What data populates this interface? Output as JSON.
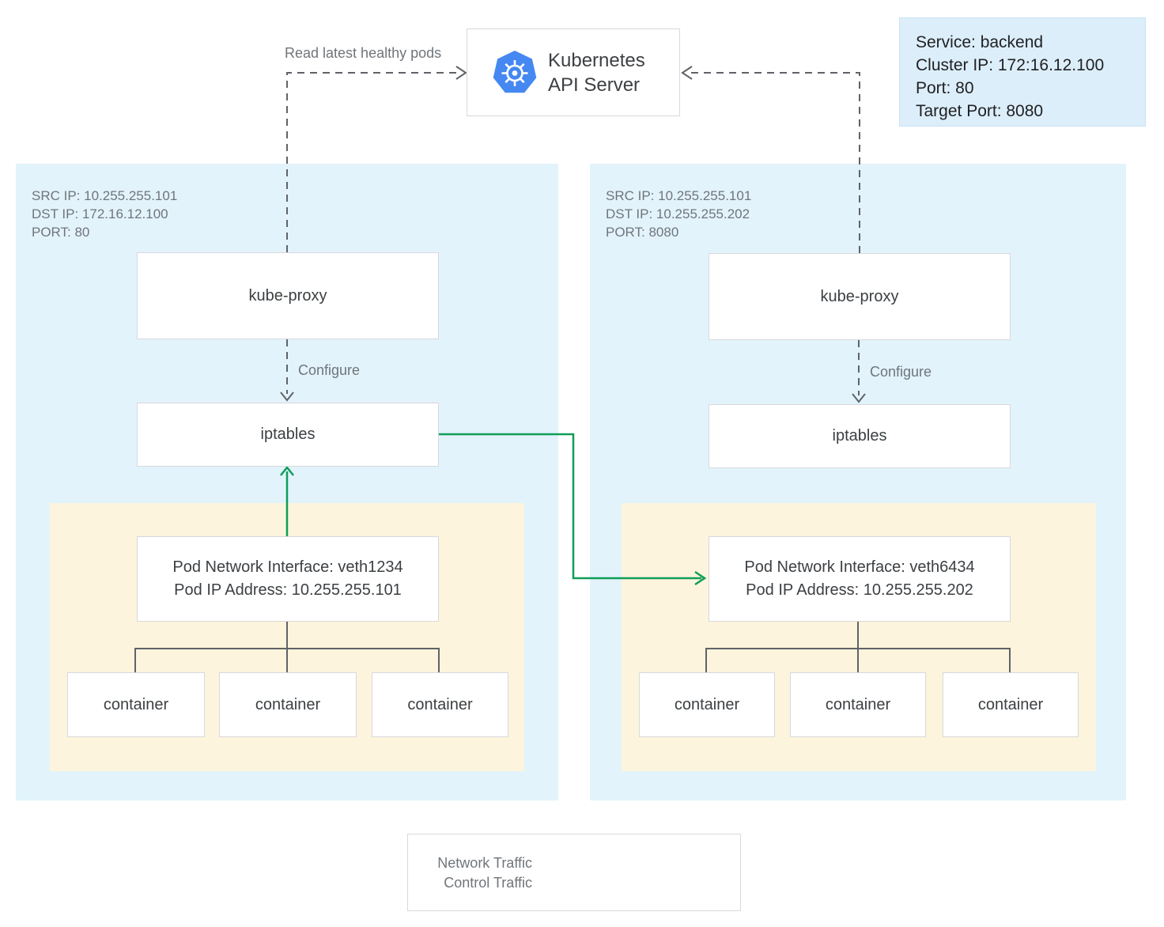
{
  "api_server": {
    "line1": "Kubernetes",
    "line2": "API Server"
  },
  "service_info": {
    "lines": [
      "Service: backend",
      "Cluster IP: 172:16.12.100",
      "Port: 80",
      "Target Port: 8080"
    ]
  },
  "edges": {
    "read_label": "Read latest healthy pods",
    "configure_label": "Configure"
  },
  "nodes": [
    {
      "meta": [
        "SRC IP: 10.255.255.101",
        "DST IP: 172.16.12.100",
        "PORT: 80"
      ],
      "kube_proxy": "kube-proxy",
      "iptables": "iptables",
      "pod": {
        "line1": "Pod Network Interface: veth1234",
        "line2": "Pod IP Address: 10.255.255.101"
      },
      "containers": [
        "container",
        "container",
        "container"
      ]
    },
    {
      "meta": [
        "SRC IP: 10.255.255.101",
        "DST IP: 10.255.255.202",
        "PORT: 8080"
      ],
      "kube_proxy": "kube-proxy",
      "iptables": "iptables",
      "pod": {
        "line1": "Pod Network Interface: veth6434",
        "line2": "Pod IP Address: 10.255.255.202"
      },
      "containers": [
        "container",
        "container",
        "container"
      ]
    }
  ],
  "legend": {
    "network": "Network Traffic",
    "control": "Control Traffic"
  },
  "colors": {
    "network_green": "#0f9d58",
    "control_gray": "#5f6368",
    "node_bg": "#e2f3fc",
    "pod_bg": "#fcf4dc",
    "service_bg": "#dceefa",
    "kubernetes_blue": "#4688f1"
  }
}
